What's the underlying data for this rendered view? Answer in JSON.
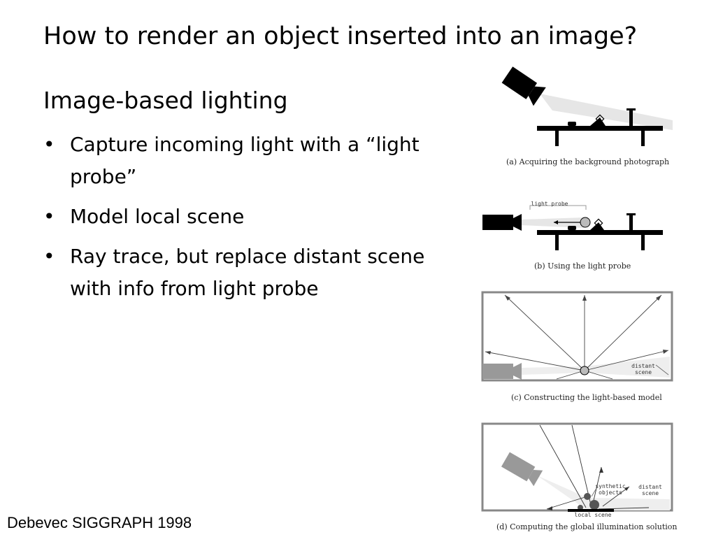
{
  "slide": {
    "title": "How to render an object inserted into an image?",
    "subheading": "Image-based lighting",
    "bullets": [
      "Capture incoming light with a “light probe”",
      "Model local scene",
      "Ray trace, but replace distant scene with info from light probe"
    ],
    "bullet_glyph": "•",
    "citation": "Debevec SIGGRAPH 1998"
  },
  "figure": {
    "panel_a": {
      "caption": "(a) Acquiring the background photograph"
    },
    "panel_b": {
      "caption": "(b) Using the light probe",
      "probe_label": "light probe"
    },
    "panel_c": {
      "caption": "(c) Constructing the light-based model",
      "distant_label_1": "distant",
      "distant_label_2": "scene"
    },
    "panel_d": {
      "caption": "(d) Computing the global illumination solution",
      "synthetic_label_1": "synthetic",
      "synthetic_label_2": "objects",
      "distant_label_1": "distant",
      "distant_label_2": "scene",
      "local_label": "local scene"
    }
  }
}
